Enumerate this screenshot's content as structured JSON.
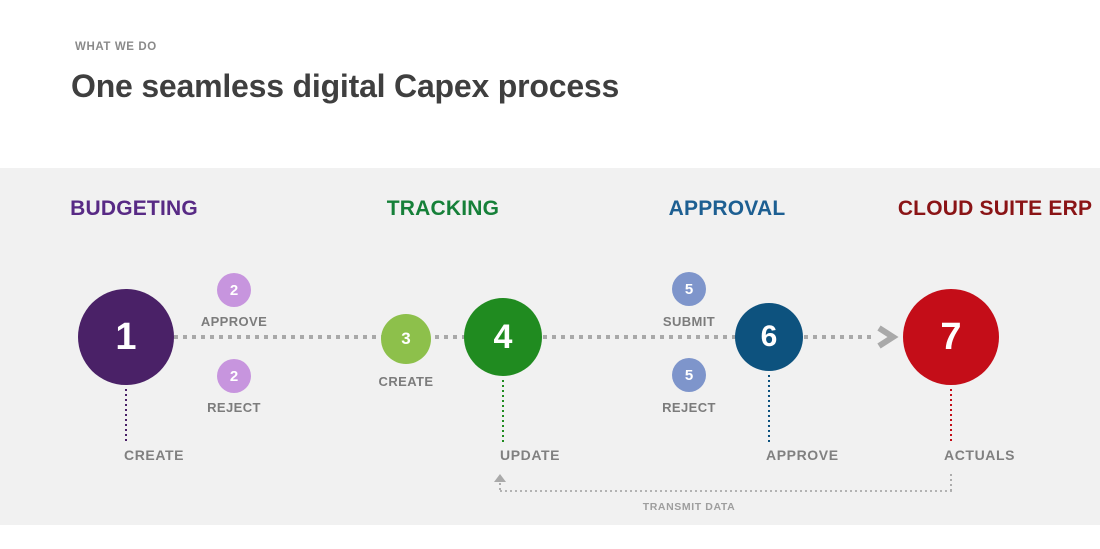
{
  "slide": {
    "eyebrow": "WHAT WE DO",
    "title": "One seamless digital Capex process"
  },
  "sections": {
    "budgeting": {
      "label": "BUDGETING",
      "color": "#582a85"
    },
    "tracking": {
      "label": "TRACKING",
      "color": "#168039"
    },
    "approval": {
      "label": "APPROVAL",
      "color": "#1d5f92"
    },
    "cloud_suite_erp": {
      "label": "CLOUD SUITE ERP",
      "color": "#8a1416"
    }
  },
  "steps": {
    "s1": {
      "number": "1",
      "label": "CREATE",
      "color": "#4a2167"
    },
    "s2_approve": {
      "number": "2",
      "label": "APPROVE",
      "color": "#c795de"
    },
    "s2_reject": {
      "number": "2",
      "label": "REJECT",
      "color": "#c795de"
    },
    "s3": {
      "number": "3",
      "label": "CREATE",
      "color": "#8dc04b"
    },
    "s4": {
      "number": "4",
      "label": "UPDATE",
      "color": "#208b20"
    },
    "s5_submit": {
      "number": "5",
      "label": "SUBMIT",
      "color": "#7e95cb"
    },
    "s5_reject": {
      "number": "5",
      "label": "REJECT",
      "color": "#7e95cb"
    },
    "s6": {
      "number": "6",
      "label": "APPROVE",
      "color": "#0d527e"
    },
    "s7": {
      "number": "7",
      "label": "ACTUALS",
      "color": "#c40d18"
    }
  },
  "flow": {
    "transmit_label": "TRANSMIT DATA",
    "line_color": "#a9a9a9"
  }
}
